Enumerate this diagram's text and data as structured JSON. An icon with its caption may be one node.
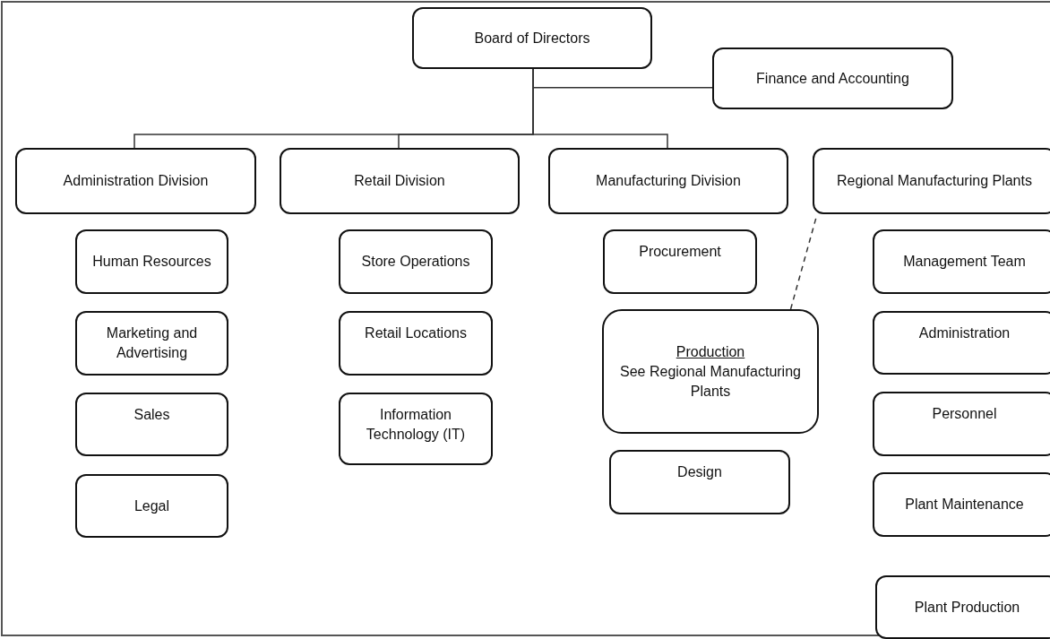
{
  "diagram": {
    "nodes": [
      {
        "text": [
          "Board of  Directors"
        ]
      },
      {
        "text": [
          "Finance and Accounting"
        ]
      },
      {
        "text": [
          "Administration Division"
        ]
      },
      {
        "text": [
          "Retail Division"
        ]
      },
      {
        "text": [
          "Manufacturing Division"
        ]
      },
      {
        "text": [
          "Regional Manufacturing Plants"
        ]
      },
      {
        "text": [
          "Human Resources"
        ]
      },
      {
        "text": [
          "Marketing and Advertising"
        ]
      },
      {
        "text": [
          "Sales"
        ]
      },
      {
        "text": [
          "Legal"
        ]
      },
      {
        "text": [
          "Store Operations"
        ]
      },
      {
        "text": [
          "Retail Locations"
        ]
      },
      {
        "text": [
          "Information Technology (IT)"
        ]
      },
      {
        "text": [
          "Procurement"
        ]
      },
      {
        "text": [
          "Production",
          "See Regional Manufacturing Plants"
        ]
      },
      {
        "text": [
          "Design"
        ]
      },
      {
        "text": [
          "Management Team"
        ]
      },
      {
        "text": [
          "Administration"
        ]
      },
      {
        "text": [
          "Personnel"
        ]
      },
      {
        "text": [
          "Plant Maintenance"
        ]
      },
      {
        "text": [
          "Plant Production"
        ]
      }
    ],
    "edges": [
      {
        "from": 0,
        "to": 1,
        "arrow": "none"
      },
      {
        "from": 0,
        "to": 2,
        "arrow": "none"
      },
      {
        "from": 0,
        "to": 3,
        "arrow": "none"
      },
      {
        "from": 0,
        "to": 4,
        "arrow": "none"
      },
      {
        "from": 14,
        "to": 5,
        "arrow": "none",
        "style": "dashed"
      }
    ]
  }
}
